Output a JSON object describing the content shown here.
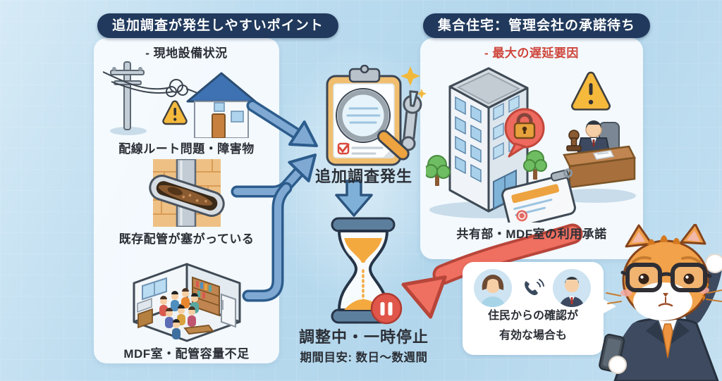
{
  "left_panel": {
    "header": "追加調査が発生しやすいポイント",
    "subtitle": "- 現地設備状況",
    "items": [
      {
        "label": "配線ルート問題・障害物",
        "icon": "pole-house-obstacle-illustration"
      },
      {
        "label": "既存配管が塞がっている",
        "icon": "clogged-conduit-illustration"
      },
      {
        "label": "MDF室・配管容量不足",
        "icon": "crowded-mdf-room-illustration"
      }
    ]
  },
  "right_panel": {
    "header": "集合住宅：管理会社の承諾待ち",
    "subtitle": "- 最大の遅延要因",
    "label": "共有部・MDF室の利用承諾",
    "icon": "building-approval-illustration"
  },
  "center": {
    "survey_label": "追加調査発生",
    "status_label": "調整中・一時停止",
    "duration_label": "期間目安: 数日〜数週間"
  },
  "speech_bubble": {
    "line1": "住民からの確認が",
    "line2": "有効な場合も"
  },
  "icons": {
    "clipboard": "clipboard-magnifier-icon",
    "wrench": "wrench-icon",
    "hourglass": "hourglass-icon",
    "pause": "pause-icon",
    "warning": "warning-triangle-icon",
    "lock": "lock-bubble-icon",
    "phone": "phone-call-icon",
    "mascot": "worried-business-cat-mascot"
  },
  "colors": {
    "background": "#b9d9ee",
    "badge_navy": "#20395c",
    "panel_white": "#f7fbfe",
    "accent_red": "#cf463c",
    "arrow_blue": "#7fa9d3",
    "arrow_red": "#ef6f60",
    "warning_yellow": "#f5b93c",
    "sand_orange": "#f4a93f"
  }
}
